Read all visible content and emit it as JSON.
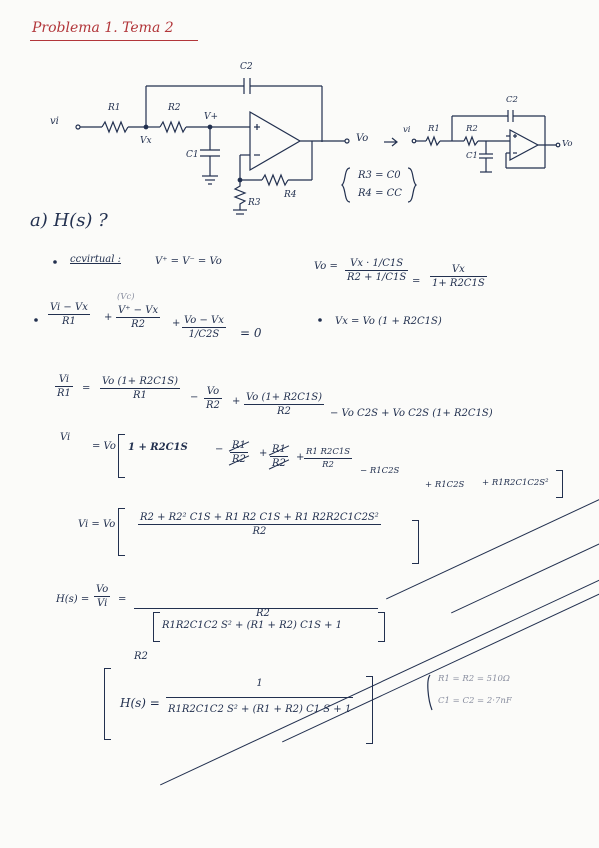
{
  "title": "Problema 1. Tema 2",
  "circuit": {
    "vi": "vi",
    "r1": "R1",
    "r2": "R2",
    "vx": "Vx",
    "vplus": "V+",
    "c1": "C1",
    "c2": "C2",
    "r3": "R3",
    "r4": "R4",
    "vo": "Vo",
    "small_r1": "R1",
    "small_r2": "R2",
    "small_c1": "C1",
    "small_c2": "C2",
    "small_vo": "Vo",
    "small_vi": "vi"
  },
  "equivalence": {
    "line1": "R3 = C0",
    "line2": "R4 = CC"
  },
  "section_a": "a) H(s) ?",
  "bullet1": {
    "label": "ccvirtual :",
    "expr": "V⁺ = V⁻ = Vo"
  },
  "vo_eq": {
    "lhs": "Vo =",
    "num": "Vx · 1/C1S",
    "den": "R2 + 1/C1S",
    "eq": "=",
    "num2": "Vx",
    "den2": "1+ R2C1S"
  },
  "kcl": {
    "t1_num": "Vi − Vx",
    "t1_den": "R1",
    "plus1": "+",
    "vc_note": "(Vc)",
    "t2_num": "V⁺ − Vx",
    "t2_den": "R2",
    "plus2": "+",
    "t3_num": "Vo − Vx",
    "t3_den": "1/C2S",
    "eq0": "= 0"
  },
  "vx_eq": "Vx = Vo (1 + R2C1S)",
  "line3": {
    "lhs_num": "Vi",
    "lhs_den": "R1",
    "eq": "=",
    "t1_num": "Vo (1+ R2C1S)",
    "t1_den": "R1",
    "minus1": "−",
    "t2_num": "Vo",
    "t2_den": "R2",
    "plus": "+",
    "t3_num": "Vo (1+ R2C1S)",
    "t3_den": "R2",
    "tail": "− Vo C2S + Vo C2S (1+ R2C1S)"
  },
  "line4": {
    "lhs": "Vi",
    "eq": "= Vo",
    "a": "1 + R2C1S",
    "minus": "−",
    "b_num": "R1",
    "b_den": "R2",
    "plus": "+",
    "c_num": "R1",
    "c_den": "R2",
    "plus2": "+",
    "d_num": "R1 R2C1S",
    "d_den": "R2",
    "e": "− R1C2S",
    "f": "+ R1C2S",
    "g": "+ R1R2C1C2S²"
  },
  "line5": {
    "lhs": "Vi = Vo",
    "num": "R2 + R2² C1S  +  R1 R2 C1S  +  R1 R2R2C1C2S²",
    "den": "R2"
  },
  "hs1": {
    "lhs": "H(s) =",
    "frac_num": "Vo",
    "frac_den": "Vi",
    "eq": "=",
    "num": "R2",
    "den_pre": "R2",
    "den": "R1R2C1C2 S² + (R1 + R2) C1S + 1"
  },
  "hs2": {
    "lhs": "H(s) =",
    "num": "1",
    "den": "R1R2C1C2 S² + (R1 + R2) C1 S + 1"
  },
  "values": {
    "line1": "R1 = R2 = 510Ω",
    "line2": "C1 = C2 = 2·7nF"
  }
}
